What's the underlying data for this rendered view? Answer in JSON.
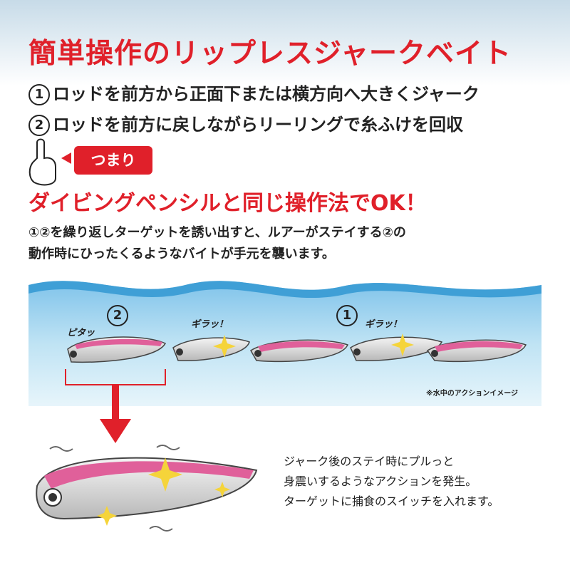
{
  "title": "簡単操作のリップレスジャークベイト",
  "steps": [
    {
      "num": "1",
      "text": "ロッドを前方から正面下または横方向へ大きくジャーク"
    },
    {
      "num": "2",
      "text": "ロッドを前方に戻しながらリーリングで糸ふけを回収"
    }
  ],
  "tip_tag": "つまり",
  "subheading": "ダイビングペンシルと同じ操作法でOK！",
  "body_lines": [
    "①②を繰り返しターゲットを誘い出すと、ルアーがステイする②の",
    "動作時にひったくるようなバイトが手元を襲います。"
  ],
  "scene": {
    "labels": [
      "ピタッ",
      "ギラッ！",
      "ギラッ！"
    ],
    "step_markers": [
      "2",
      "1"
    ],
    "note": "※水中のアクションイメージ"
  },
  "caption_lines": [
    "ジャーク後のステイ時にプルっと",
    "身震いするようなアクションを発生。",
    "ターゲットに捕食のスイッチを入れます。"
  ],
  "colors": {
    "accent": "#e0202a",
    "text": "#222222",
    "water": "#a9d8ef",
    "lure_pink": "#e0609a"
  },
  "icons": [
    "finger-point-icon",
    "red-arrow-down-icon",
    "sparkle-icon"
  ]
}
